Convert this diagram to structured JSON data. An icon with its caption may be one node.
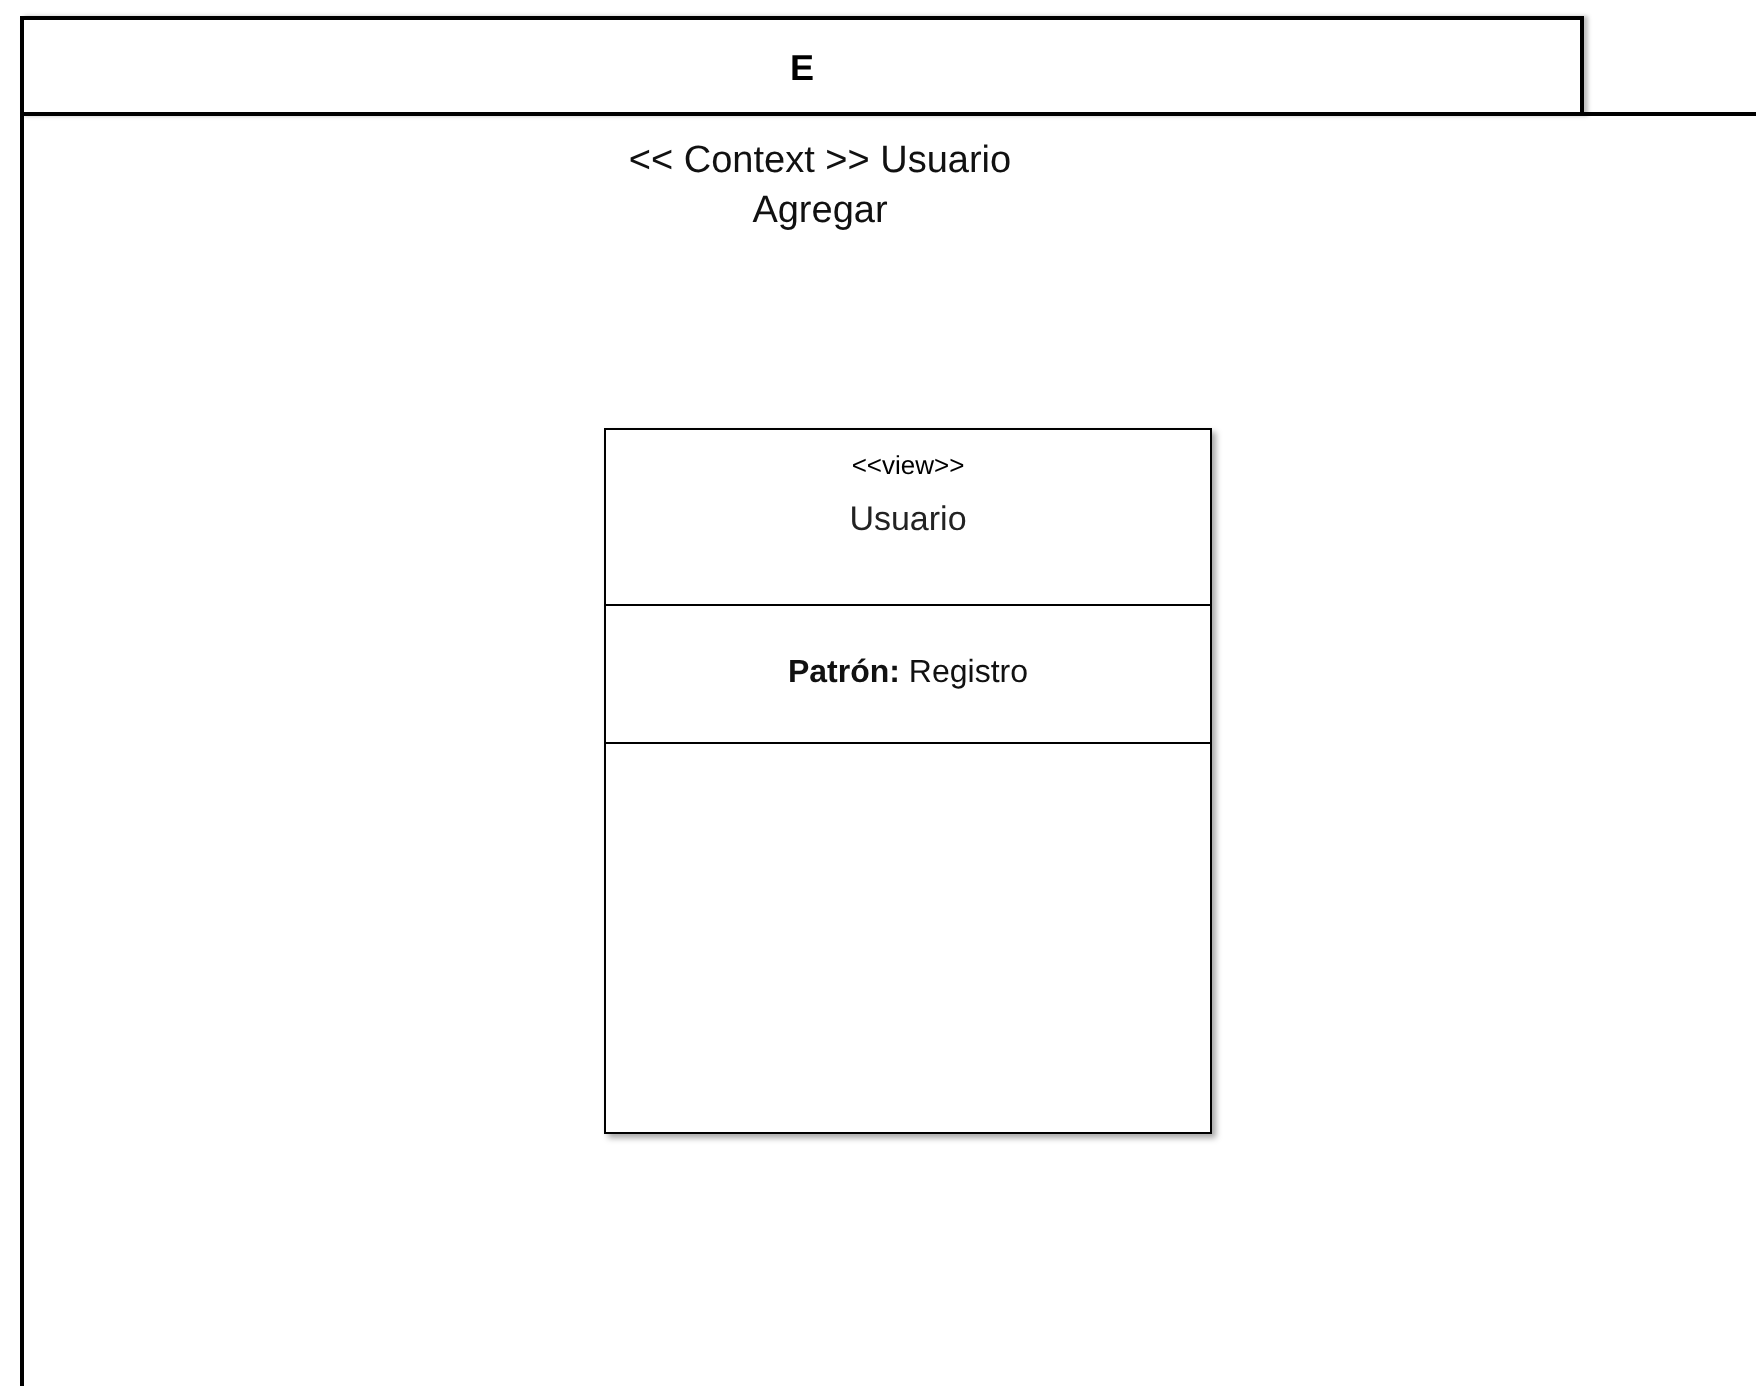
{
  "diagram": {
    "nodes": [
      {
        "text": [
          "E",
          "<< Context >> Usuario Agregar"
        ]
      },
      {
        "text": [
          "<<view>>",
          "Usuario",
          "**Patrón:** Registro"
        ],
        "in": 0
      }
    ]
  }
}
